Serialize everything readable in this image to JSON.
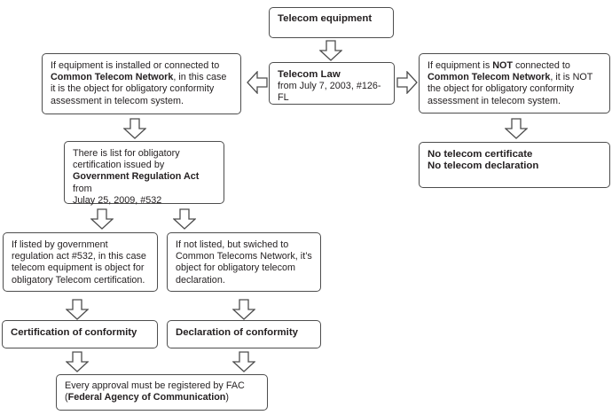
{
  "diagram": {
    "telecom_equipment": {
      "title": "Telecom equipment"
    },
    "telecom_law": {
      "title": "Telecom Law\n",
      "subtitle": "from July 7, 2003, #126-FL"
    },
    "connected": {
      "pre": "If equipment is installed or connected to\n",
      "bold": "Common Telecom Network",
      "post": ", in this case\nit is the object for obligatory conformity\nassessment in telecom system."
    },
    "not_connected": {
      "pre": "If equipment is ",
      "bold_not": "NOT",
      "mid": " connected to\n",
      "bold_network": "Common Telecom Network",
      "post": ", it is NOT\nthe object for obligatory conformity\nassessment in telecom system."
    },
    "no_certificate": {
      "text": "No telecom certificate\nNo telecom declaration"
    },
    "obligatory_list": {
      "pre": "There is list for obligatory\ncertification issued by\n",
      "bold": "Government Regulation Act",
      "post": " from\nJulay 25, 2009, #532"
    },
    "listed": {
      "text": "If listed by government\nregulation act #532, in this case\ntelecom equipment is object for\nobligatory Telecom certification."
    },
    "not_listed": {
      "text": "If not listed, but swiched to\nCommon Telecoms Network, it’s\nobject for obligatory telecom\ndeclaration."
    },
    "certification": {
      "title": "Certification of conformity"
    },
    "declaration": {
      "title": "Declaration of conformity"
    },
    "registration": {
      "line1": "Every approval must be registered by FAC\n",
      "paren_open": "(",
      "bold": "Federal Agency of Communication",
      "paren_close": ")"
    },
    "colors": {
      "border": "#4d4d4d",
      "text": "#231f20",
      "background": "#ffffff"
    }
  }
}
